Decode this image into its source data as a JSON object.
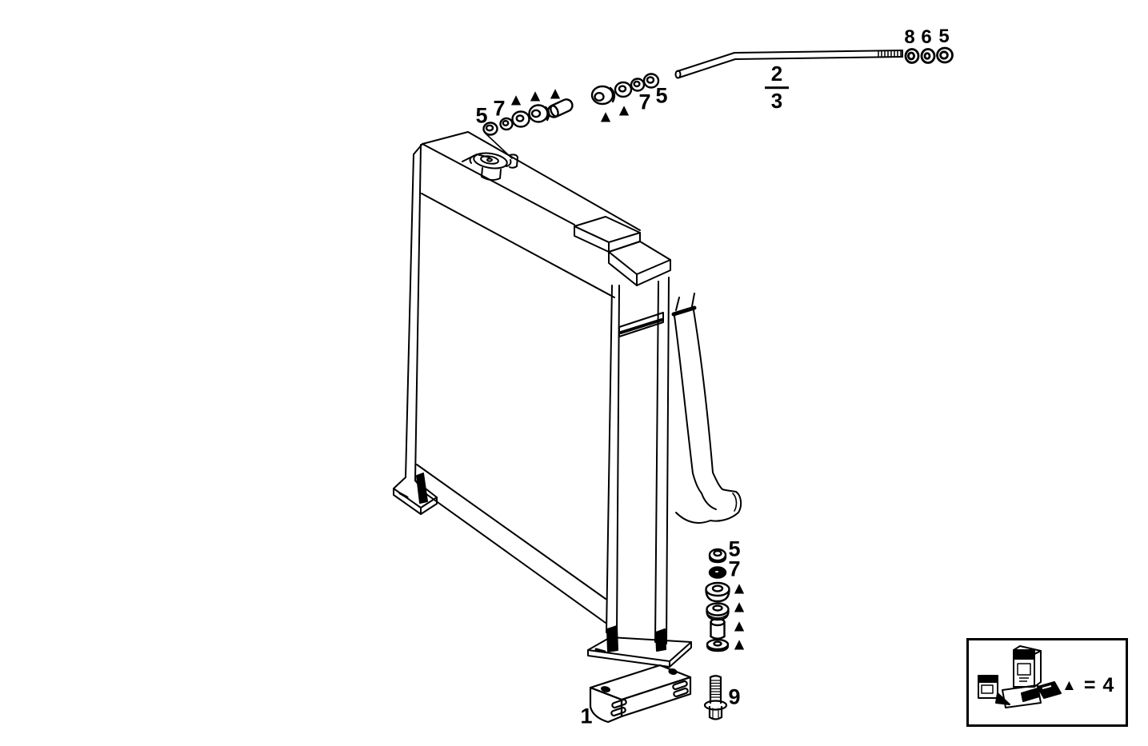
{
  "figure": {
    "kind": "exploded-parts-diagram",
    "subject": "Radiator assembly with support channel bracket, bent tie rod and mounting hardware",
    "style": "black and white technical line art",
    "background_color": "#ffffff",
    "line_color": "#000000"
  },
  "symbols": {
    "triangle": "▲"
  },
  "callouts": {
    "upper_left_group": {
      "nut": "5",
      "washer": "7"
    },
    "upper_middle_group": {
      "washer": "7",
      "nut": "5"
    },
    "rod_fraction": {
      "numerator": "2",
      "denominator": "3"
    },
    "rod_end_hardware": {
      "nut_8": "8",
      "washer_6": "6",
      "nut_5": "5"
    },
    "lower_stack": {
      "nut": "5",
      "washer": "7"
    },
    "mounting_bracket": "1",
    "bolt": "9"
  },
  "legend": {
    "symbol": "▲",
    "equals": "=",
    "value": "4"
  },
  "drawing_components": [
    "radiator-core",
    "top-tank",
    "filler-cap",
    "support-channel-bracket",
    "outlet-hose-elbow",
    "left-foot-plate",
    "right-foot-plate",
    "bent-tie-rod",
    "nuts-washers-bushings",
    "l-shaped-mounting-bracket",
    "flanged-bolt",
    "parts-kit-boxes"
  ]
}
